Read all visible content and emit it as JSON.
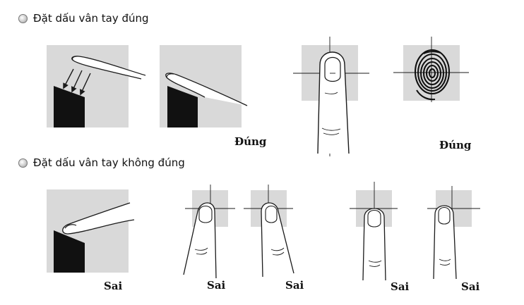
{
  "sections": {
    "correct": {
      "title": "Đặt dấu vân tay đúng"
    },
    "incorrect": {
      "title": "Đặt dấu vân tay không đúng"
    }
  },
  "labels": {
    "correct_side": "Đúng",
    "correct_center": "Đúng",
    "wrong": [
      "Sai",
      "Sai",
      "Sai",
      "Sai",
      "Sai"
    ]
  },
  "colors": {
    "panel": "#d9d9d9",
    "sensor": "#111111",
    "line": "#1a1a1a"
  },
  "icons": [
    "bullet-icon",
    "finger-icon",
    "fingerprint-icon",
    "crosshair-icon",
    "arrow-icon"
  ]
}
